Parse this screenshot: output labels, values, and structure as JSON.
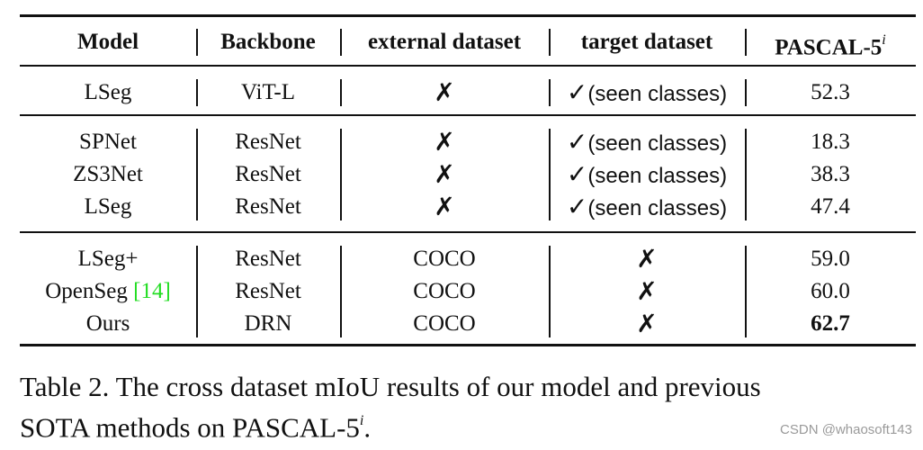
{
  "table": {
    "headers": {
      "model": "Model",
      "backbone": "Backbone",
      "external": "external dataset",
      "target": "target dataset",
      "pascal": "PASCAL-5",
      "pascal_sup": "i"
    },
    "symbols": {
      "check": "✓",
      "cross": "✗"
    },
    "groups": [
      {
        "rows": [
          {
            "model": "LSeg",
            "cite": "",
            "backbone": "ViT-L",
            "external": "✗",
            "target_check": "✓",
            "target": "(seen classes)",
            "score": "52.3",
            "bold": false
          }
        ]
      },
      {
        "rows": [
          {
            "model": "SPNet",
            "cite": "",
            "backbone": "ResNet",
            "external": "✗",
            "target_check": "✓",
            "target": "(seen classes)",
            "score": "18.3",
            "bold": false
          },
          {
            "model": "ZS3Net",
            "cite": "",
            "backbone": "ResNet",
            "external": "✗",
            "target_check": "✓",
            "target": "(seen classes)",
            "score": "38.3",
            "bold": false
          },
          {
            "model": "LSeg",
            "cite": "",
            "backbone": "ResNet",
            "external": "✗",
            "target_check": "✓",
            "target": "(seen classes)",
            "score": "47.4",
            "bold": false
          }
        ]
      },
      {
        "rows": [
          {
            "model": "LSeg+",
            "cite": "",
            "backbone": "ResNet",
            "external": "COCO",
            "target_check": "",
            "target": "✗",
            "score": "59.0",
            "bold": false
          },
          {
            "model": "OpenSeg ",
            "cite": "[14]",
            "backbone": "ResNet",
            "external": "COCO",
            "target_check": "",
            "target": "✗",
            "score": "60.0",
            "bold": false
          },
          {
            "model": "Ours",
            "cite": "",
            "backbone": "DRN",
            "external": "COCO",
            "target_check": "",
            "target": "✗",
            "score": "62.7",
            "bold": true
          }
        ]
      }
    ]
  },
  "caption": {
    "line1": "Table 2. The cross dataset mIoU results of our model and previous",
    "line2_pre": "SOTA methods on PASCAL-5",
    "line2_sup": "i",
    "line2_post": "."
  },
  "watermark": "CSDN @whaosoft143"
}
